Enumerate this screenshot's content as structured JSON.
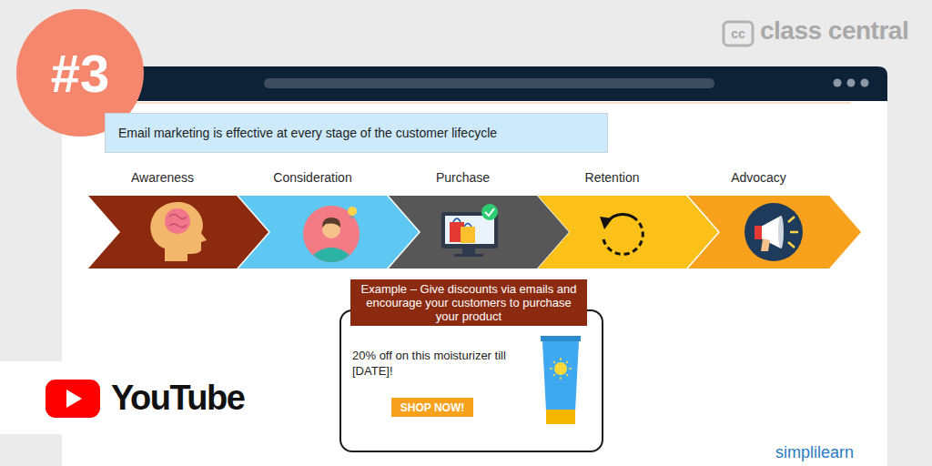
{
  "diagram": {
    "nodes": [
      {
        "text": [
          "#3"
        ]
      },
      {
        "text": [
          "Email marketing is effective at every stage of the customer lifecycle"
        ]
      },
      {
        "text": [
          "Awareness"
        ]
      },
      {
        "text": [
          "Consideration"
        ]
      },
      {
        "text": [
          "Purchase"
        ]
      },
      {
        "text": [
          "Retention"
        ]
      },
      {
        "text": [
          "Advocacy"
        ]
      },
      {
        "text": [
          "Example – Give discounts via emails and encourage your customers to purchase your product"
        ]
      },
      {
        "text": [
          "20% off on this moisturizer till [DATE]!"
        ]
      },
      {
        "text": [
          "SHOP NOW!"
        ],
        "in": 8
      },
      {
        "text": [
          "YouTube"
        ]
      }
    ],
    "labels": [
      "cc",
      "class central",
      "simplilearn"
    ]
  }
}
